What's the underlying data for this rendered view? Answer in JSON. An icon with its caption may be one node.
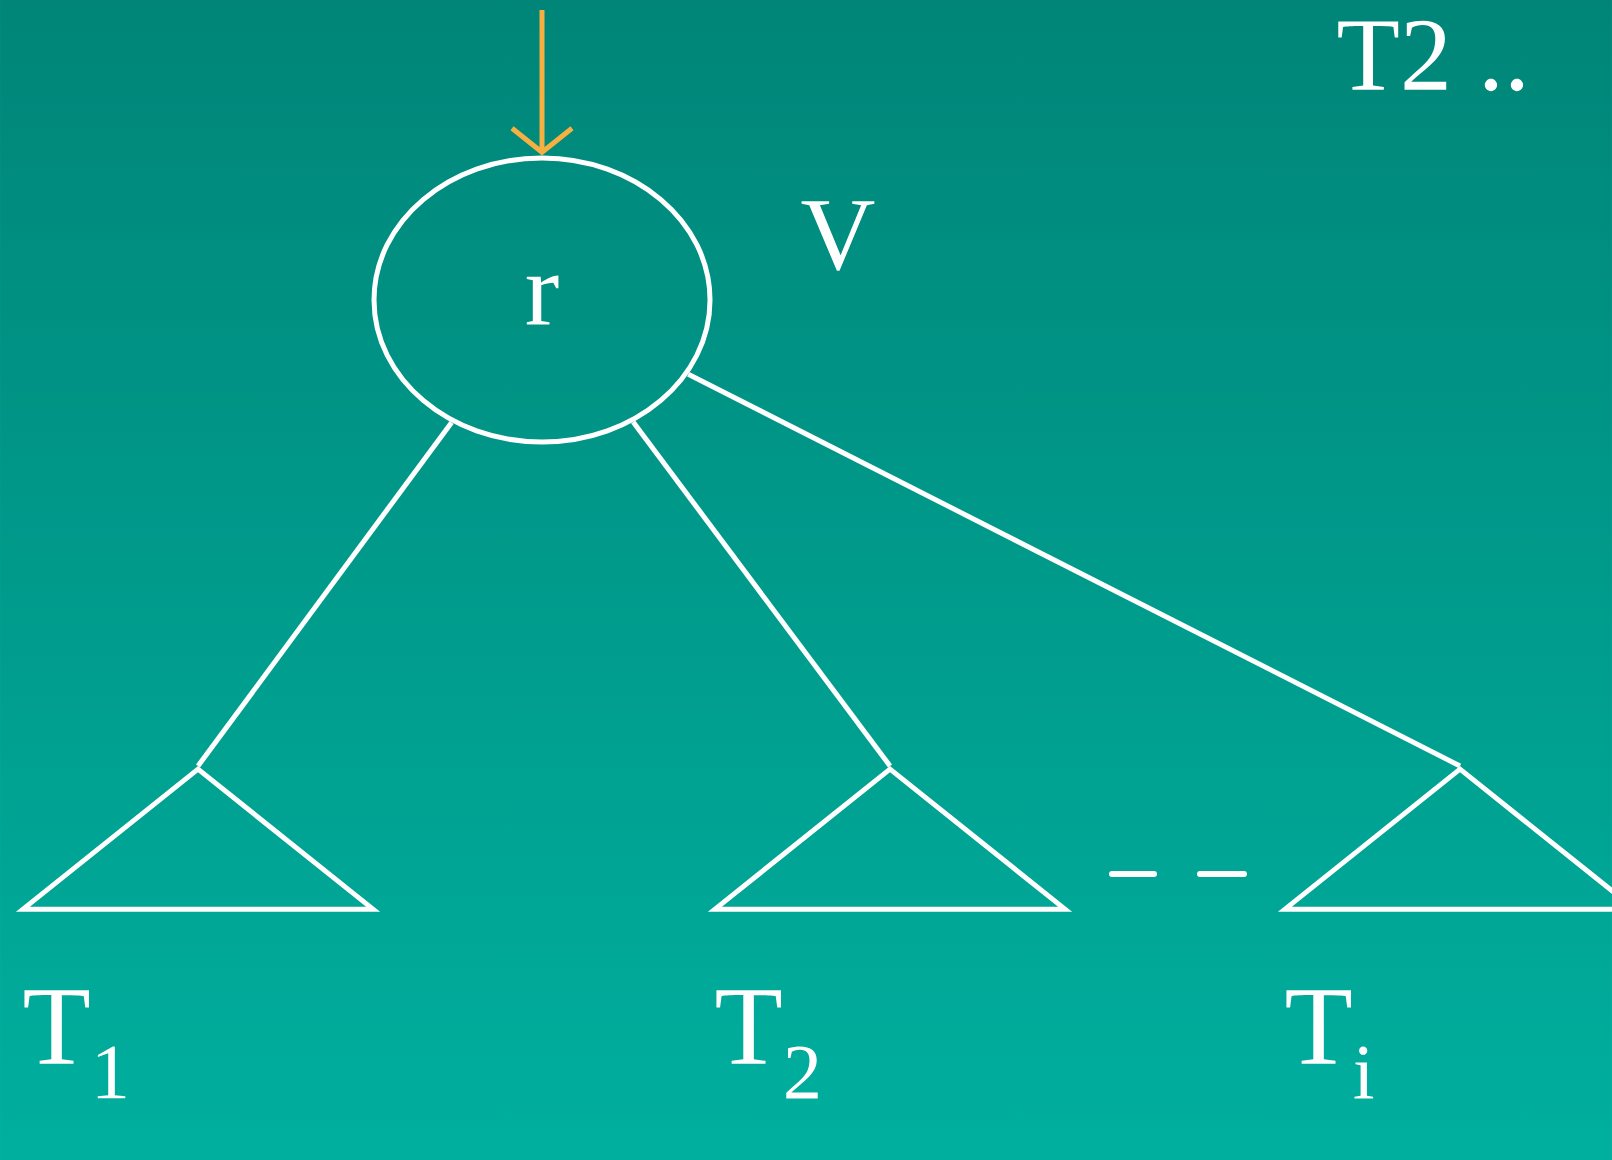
{
  "diagram": {
    "nodes": [
      {
        "text": [
          "r"
        ]
      },
      {
        "text": [
          "T$_{1}$"
        ]
      },
      {
        "text": [
          "T$_{2}$"
        ]
      },
      {
        "text": [
          "T$_{i}$"
        ]
      }
    ],
    "edges": [
      {
        "from": null,
        "to": 0,
        "arrow": "to",
        "color": "#f5b041"
      },
      {
        "from": 0,
        "to": 1,
        "arrow": "none"
      },
      {
        "from": 0,
        "to": 2,
        "arrow": "none"
      },
      {
        "from": 0,
        "to": 3,
        "arrow": "none"
      }
    ],
    "labels": [
      "V",
      "T2 .."
    ]
  }
}
